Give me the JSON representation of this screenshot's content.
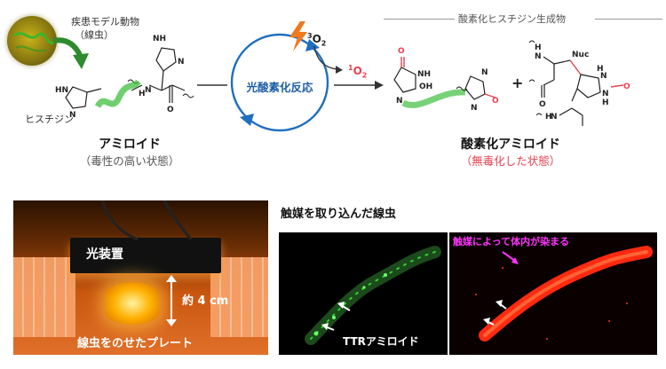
{
  "top": {
    "model_animal_label_line1": "疾患モデル動物",
    "model_animal_label_line2": "（線虫）",
    "histidine_label": "ヒスチジン",
    "amyloid_title": "アミロイド",
    "amyloid_sub": "（毒性の高い状態）",
    "cycle_label": "光酸素化反応",
    "triplet_oxygen": "3O2",
    "singlet_oxygen": "1O2",
    "product_header": "酸素化ヒスチジン生成物",
    "oxygenated_title": "酸素化アミロイド",
    "oxygenated_sub": "（無毒化した状態）",
    "plus": "+",
    "nuc": "Nuc",
    "atom_h": "H",
    "atom_n": "N",
    "atom_o": "O",
    "atom_oh": "OH"
  },
  "bottom_left": {
    "device_label": "光装置",
    "distance_label": "約 4 cm",
    "plate_label": "線虫をのせたプレート"
  },
  "bottom_right": {
    "title": "触媒を取り込んだ線虫",
    "stain_label": "触媒によって体内が染まる",
    "ttr_label": "TTRアミロイド"
  },
  "colors": {
    "green_helix": "#3fbf3f",
    "cycle_blue": "#1f6fbf",
    "oxygen_red": "#e8404f",
    "stain_magenta": "#ff33ff",
    "lightning_orange": "#f07a20"
  }
}
